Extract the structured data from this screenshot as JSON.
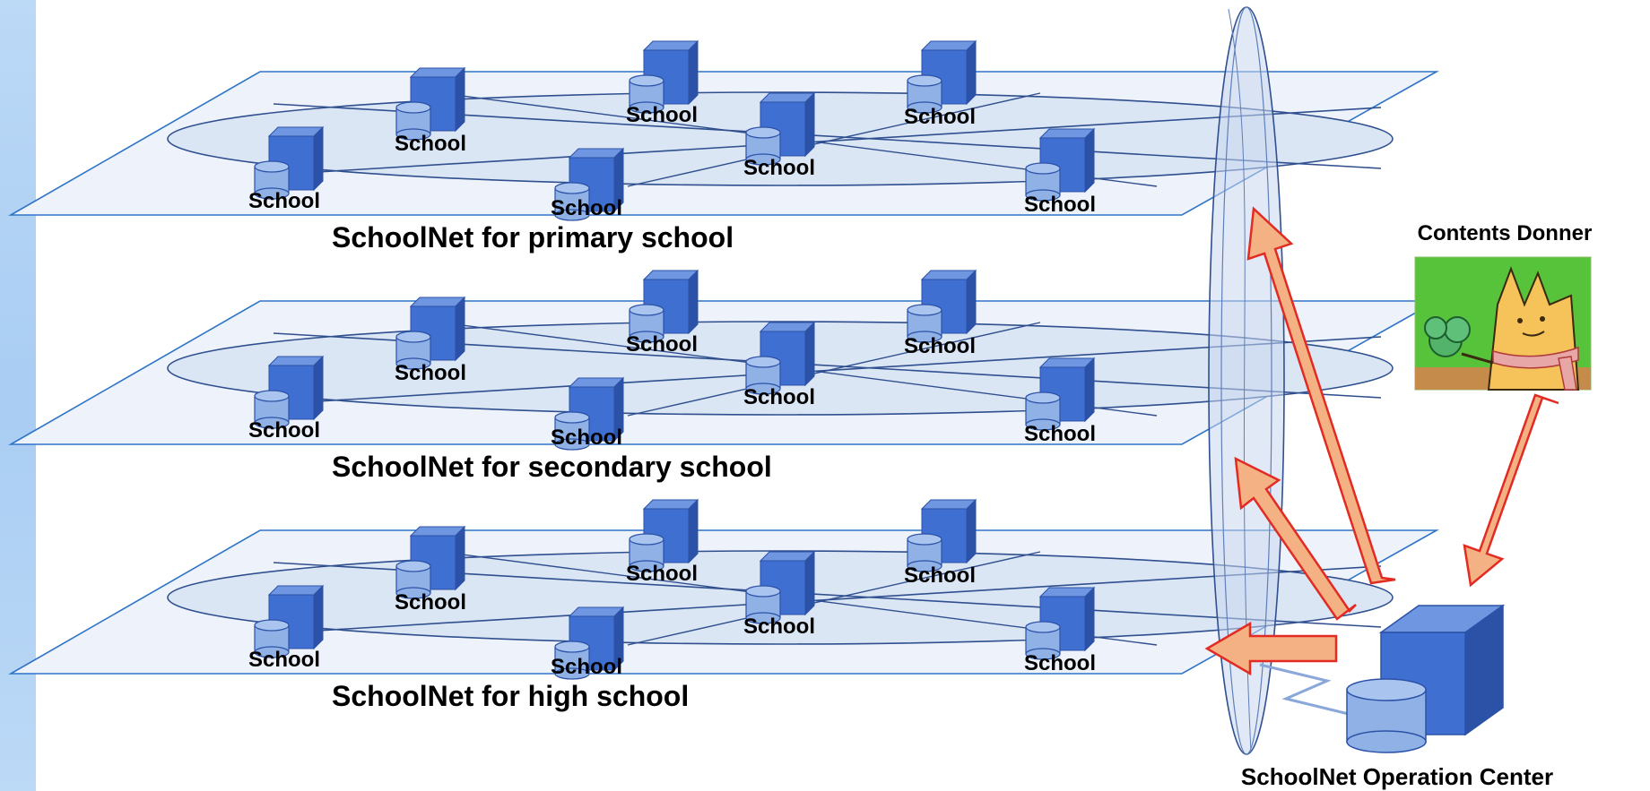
{
  "layers": [
    {
      "caption": "SchoolNet for primary school",
      "school_label": "School"
    },
    {
      "caption": "SchoolNet for secondary school",
      "school_label": "School"
    },
    {
      "caption": "SchoolNet for high school",
      "school_label": "School"
    }
  ],
  "contents_donner": {
    "label": "Contents Donner"
  },
  "operation_center": {
    "label": "SchoolNet Operation Center"
  },
  "colors": {
    "plane_fill": "#eef2fb",
    "plane_stroke": "#2e74c8",
    "ring_fill": "#dbe6f5",
    "ring_stroke": "#2f4f8f",
    "server_front": "#3f6fd0",
    "server_top": "#6f96e0",
    "server_side": "#2c52a8",
    "db_fill": "#8fb1e6",
    "arrow_fill": "#f4b183",
    "arrow_stroke": "#e22b22",
    "left_strip": "#a9cdf3"
  }
}
